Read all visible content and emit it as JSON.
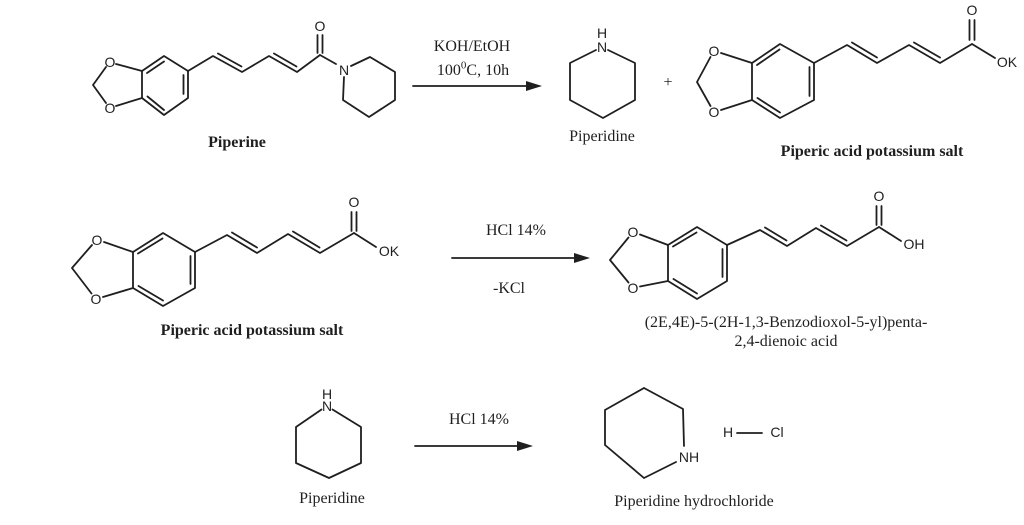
{
  "colors": {
    "ink": "#1f1f1f",
    "paper": "#ffffff"
  },
  "atoms": {
    "oxygen": "O",
    "nitrogen": "N",
    "hydrogen": "H",
    "chlorine": "Cl",
    "potassium_carboxylate": "OK",
    "hydroxyl": "OH",
    "amine_nh": "NH"
  },
  "step1": {
    "reactant_label": "Piperine",
    "conditions_top": "KOH/EtOH",
    "temp_base": "100",
    "temp_sup": "0",
    "temp_rest": "C, 10h",
    "plus": "+",
    "product_a_label": "Piperidine",
    "product_b_label": "Piperic acid potassium salt"
  },
  "step2": {
    "reactant_label": "Piperic acid potassium salt",
    "conditions_top": "HCl 14%",
    "conditions_bottom": "-KCl",
    "product_label_line1": "(2E,4E)-5-(2H-1,3-Benzodioxol-5-yl)penta-",
    "product_label_line2": "2,4-dienoic acid"
  },
  "step3": {
    "reactant_label": "Piperidine",
    "conditions_top": "HCl 14%",
    "product_label": "Piperidine hydrochloride"
  }
}
